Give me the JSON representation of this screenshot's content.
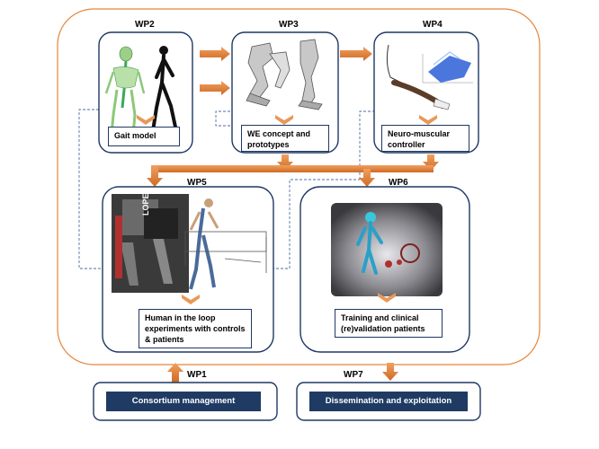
{
  "work_packages": {
    "wp2": {
      "title": "WP2",
      "caption": "Gait model"
    },
    "wp3": {
      "title": "WP3",
      "caption": "WE concept and prototypes"
    },
    "wp4": {
      "title": "WP4",
      "caption": "Neuro-muscular controller"
    },
    "wp5": {
      "title": "WP5",
      "caption": "Human in the loop experiments with controls & patients",
      "robot_text": "LOPES"
    },
    "wp6": {
      "title": "WP6",
      "caption": "Training and clinical (re)validation patients"
    },
    "wp1": {
      "title": "WP1",
      "bar": "Consortium management"
    },
    "wp7": {
      "title": "WP7",
      "bar": "Dissemination and exploitation"
    }
  },
  "colors": {
    "outer_border": "#e6853a",
    "box_border": "#1f3864",
    "arrow": "#e07a33",
    "arrow_dark": "#c0652a",
    "dashed": "#4a6fa5",
    "bar_fill": "#1f3b63"
  }
}
